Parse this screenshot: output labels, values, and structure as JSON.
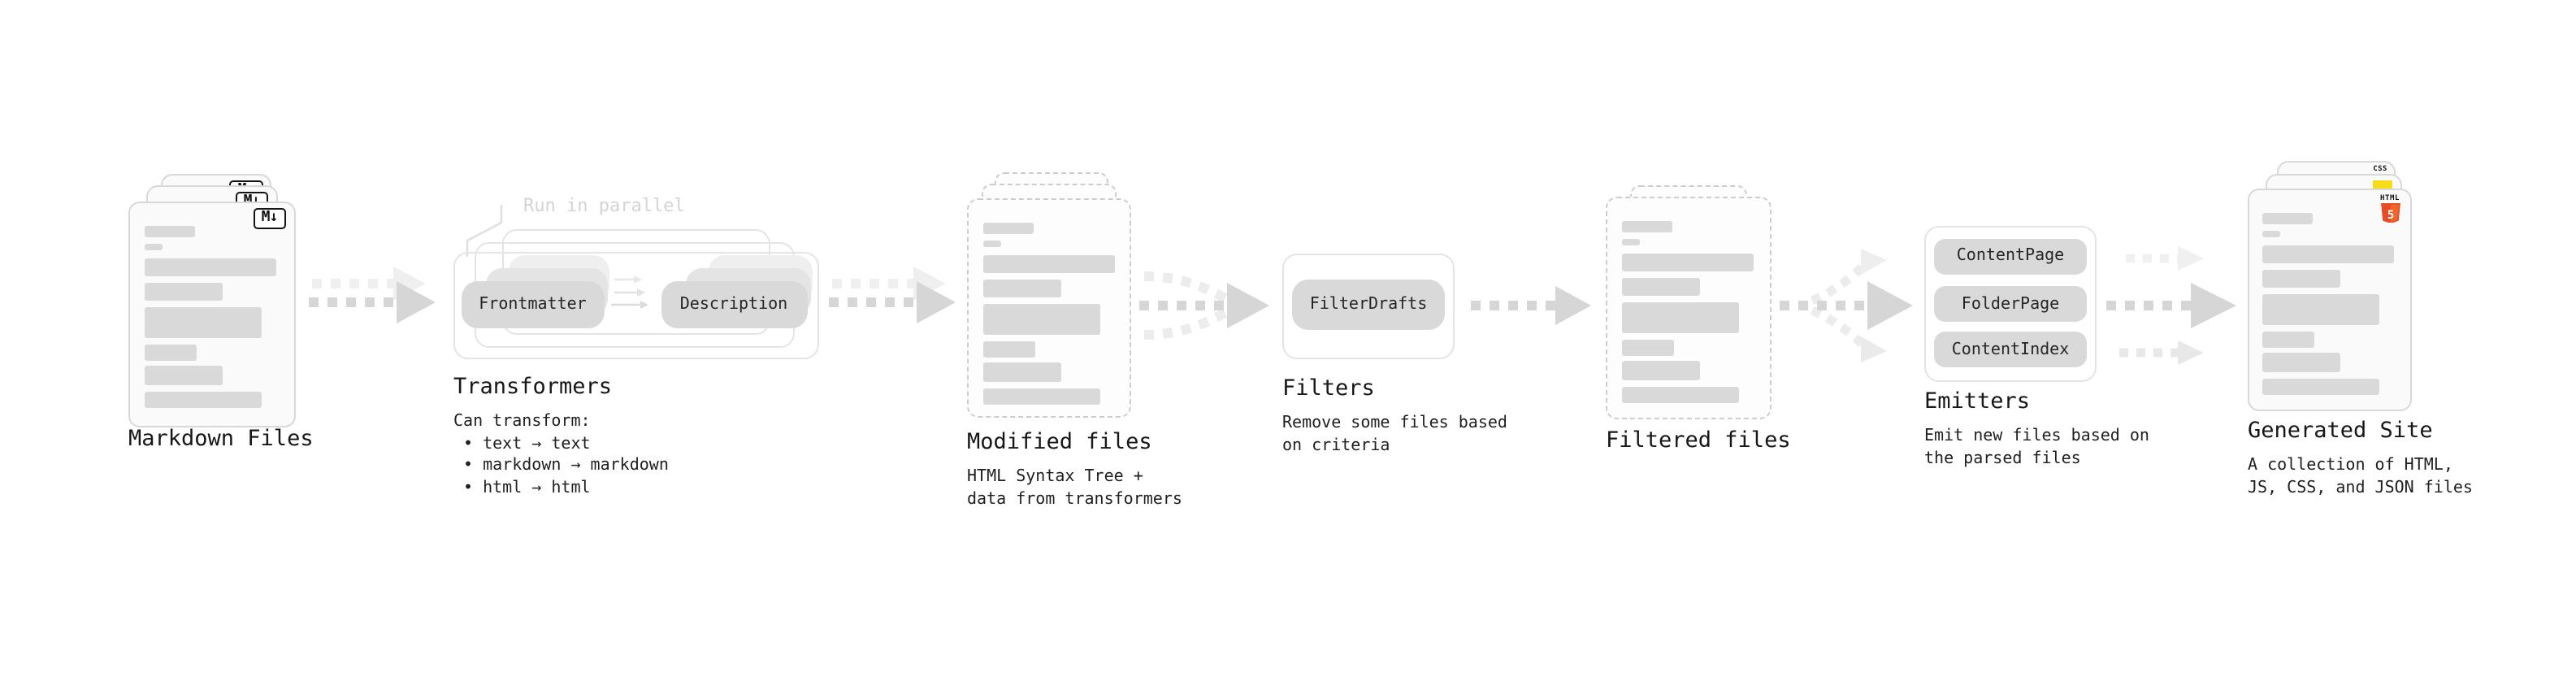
{
  "stages": {
    "markdown": {
      "label": "Markdown Files",
      "badge": "M↓"
    },
    "transformers": {
      "label": "Transformers",
      "annotation": "Run in parallel",
      "pill_a": "Frontmatter",
      "pill_b": "Description",
      "desc_title": "Can transform:",
      "bullets": [
        "• text → text",
        "• markdown → markdown",
        "• html → html"
      ]
    },
    "modified": {
      "label": "Modified files",
      "desc": [
        "HTML Syntax Tree +",
        "data from transformers"
      ]
    },
    "filters": {
      "label": "Filters",
      "pill": "FilterDrafts",
      "desc": [
        "Remove some files based",
        "on criteria"
      ]
    },
    "filtered": {
      "label": "Filtered files"
    },
    "emitters": {
      "label": "Emitters",
      "pills": [
        "ContentPage",
        "FolderPage",
        "ContentIndex"
      ],
      "desc": [
        "Emit new files based on",
        "the parsed files"
      ]
    },
    "generated": {
      "label": "Generated Site",
      "desc": [
        "A collection of HTML,",
        "JS, CSS, and JSON files"
      ],
      "badges": {
        "css_label": "CSS",
        "html_label": "HTML",
        "html5_number": "5"
      }
    }
  },
  "colors": {
    "background": "#ffffff",
    "text_dark": "#171717",
    "skeleton_gray": "#d9d9d9",
    "card_fill": "#fafafa",
    "card_border": "#d8d8d8",
    "dashed_border": "#cdcdcd",
    "group_outline": "#e4e4e4",
    "arrow_dark": "#d6d6d6",
    "arrow_light": "#ececec",
    "annotation_gray": "#d4d4d4",
    "css_blue": "#2d53e5",
    "js_yellow": "#f5de19",
    "html5_orange": "#e44d26",
    "html5_orange_light": "#f16529"
  }
}
